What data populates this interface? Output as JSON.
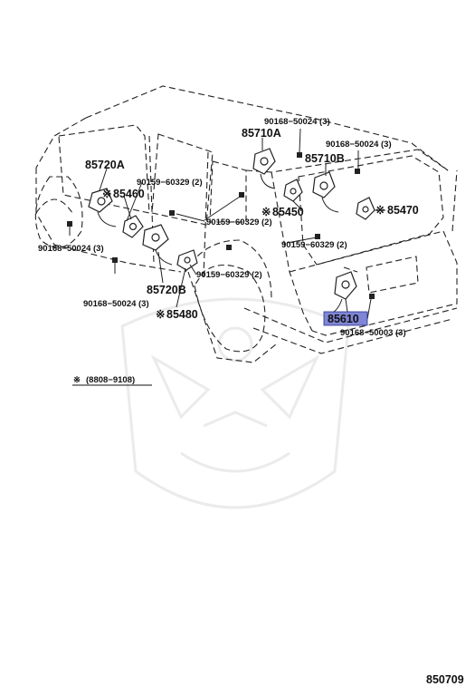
{
  "diagram": {
    "labels": {
      "p85720A": "85720A",
      "p85460": "85460",
      "p85460_mark": "※",
      "p90168_50024_left": "90168−50024 (3)",
      "p90159_60329_top": "90159−60329 (2)",
      "p90159_60329_mid": "90159−60329 (2)",
      "p90159_60329_low": "90159−60329 (2)",
      "p90159_60329_right": "90159−60329 (2)",
      "p90168_50024_topright": "90168−50024 (3)",
      "p90168_50024_top": "90168−50024 (3)",
      "p85710A": "85710A",
      "p85710B": "85710B",
      "p85450": "85450",
      "p85450_mark": "※",
      "p85470": "85470",
      "p85470_mark": "※",
      "p85720B": "85720B",
      "p85480": "85480",
      "p85480_mark": "※",
      "p90168_50024_bottom": "90168−50024 (3)",
      "p85610": "85610",
      "p90168_50003": "90168−50003 (3)"
    },
    "footnote_mark": "※",
    "footnote_range": "(8808−9108)",
    "diagram_number": "850709",
    "highlight_color": "#7f86d6"
  }
}
